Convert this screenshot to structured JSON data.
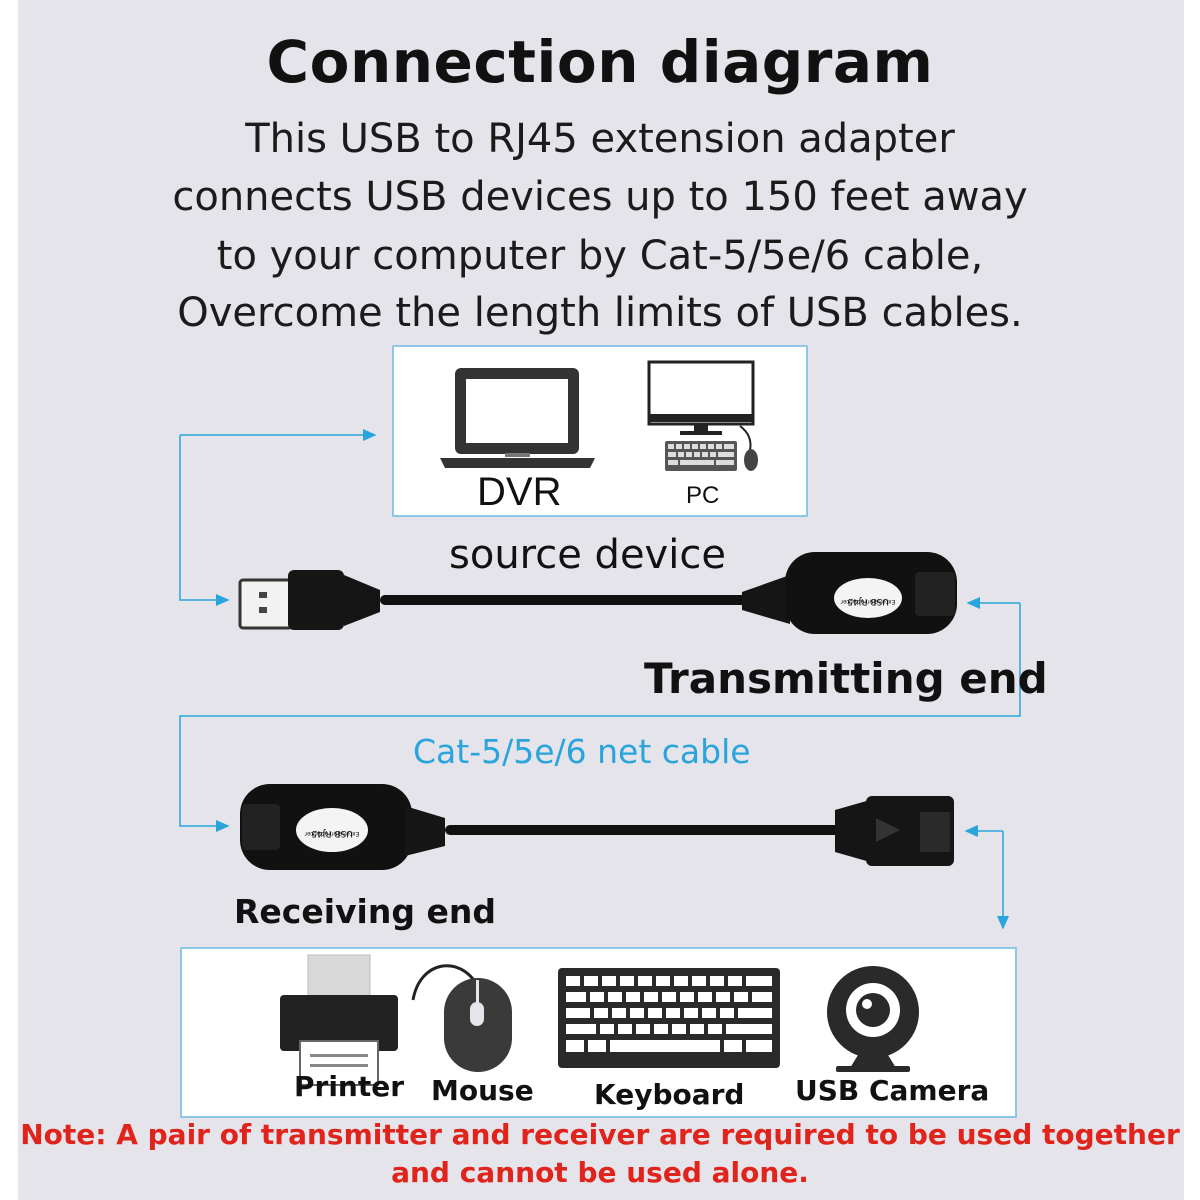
{
  "title": "Connection diagram",
  "description": [
    "This USB to RJ45 extension adapter",
    "connects USB devices up to 150 feet away",
    "to your computer by Cat-5/5e/6 cable,",
    "Overcome the length limits of USB cables."
  ],
  "source_box": {
    "dvr_label": "DVR",
    "pc_label": "PC"
  },
  "source_label": "source device",
  "transmitter_label": "Transmitting end",
  "cable_label": "Cat-5/5e/6 net cable",
  "receiver_label": "Receiving end",
  "adapter_text": {
    "line1": "USB RJ45",
    "line2": "Extension adapter"
  },
  "devices": {
    "printer": "Printer",
    "mouse": "Mouse",
    "keyboard": "Keyboard",
    "camera": "USB Camera"
  },
  "note": {
    "line1": "Note: A pair of transmitter and receiver are required to be used together",
    "line2": "and cannot be used alone."
  },
  "colors": {
    "arrow": "#2aa4dd",
    "box_border": "#8cc8e6",
    "note": "#e0231b",
    "background": "#e4e4ea"
  }
}
